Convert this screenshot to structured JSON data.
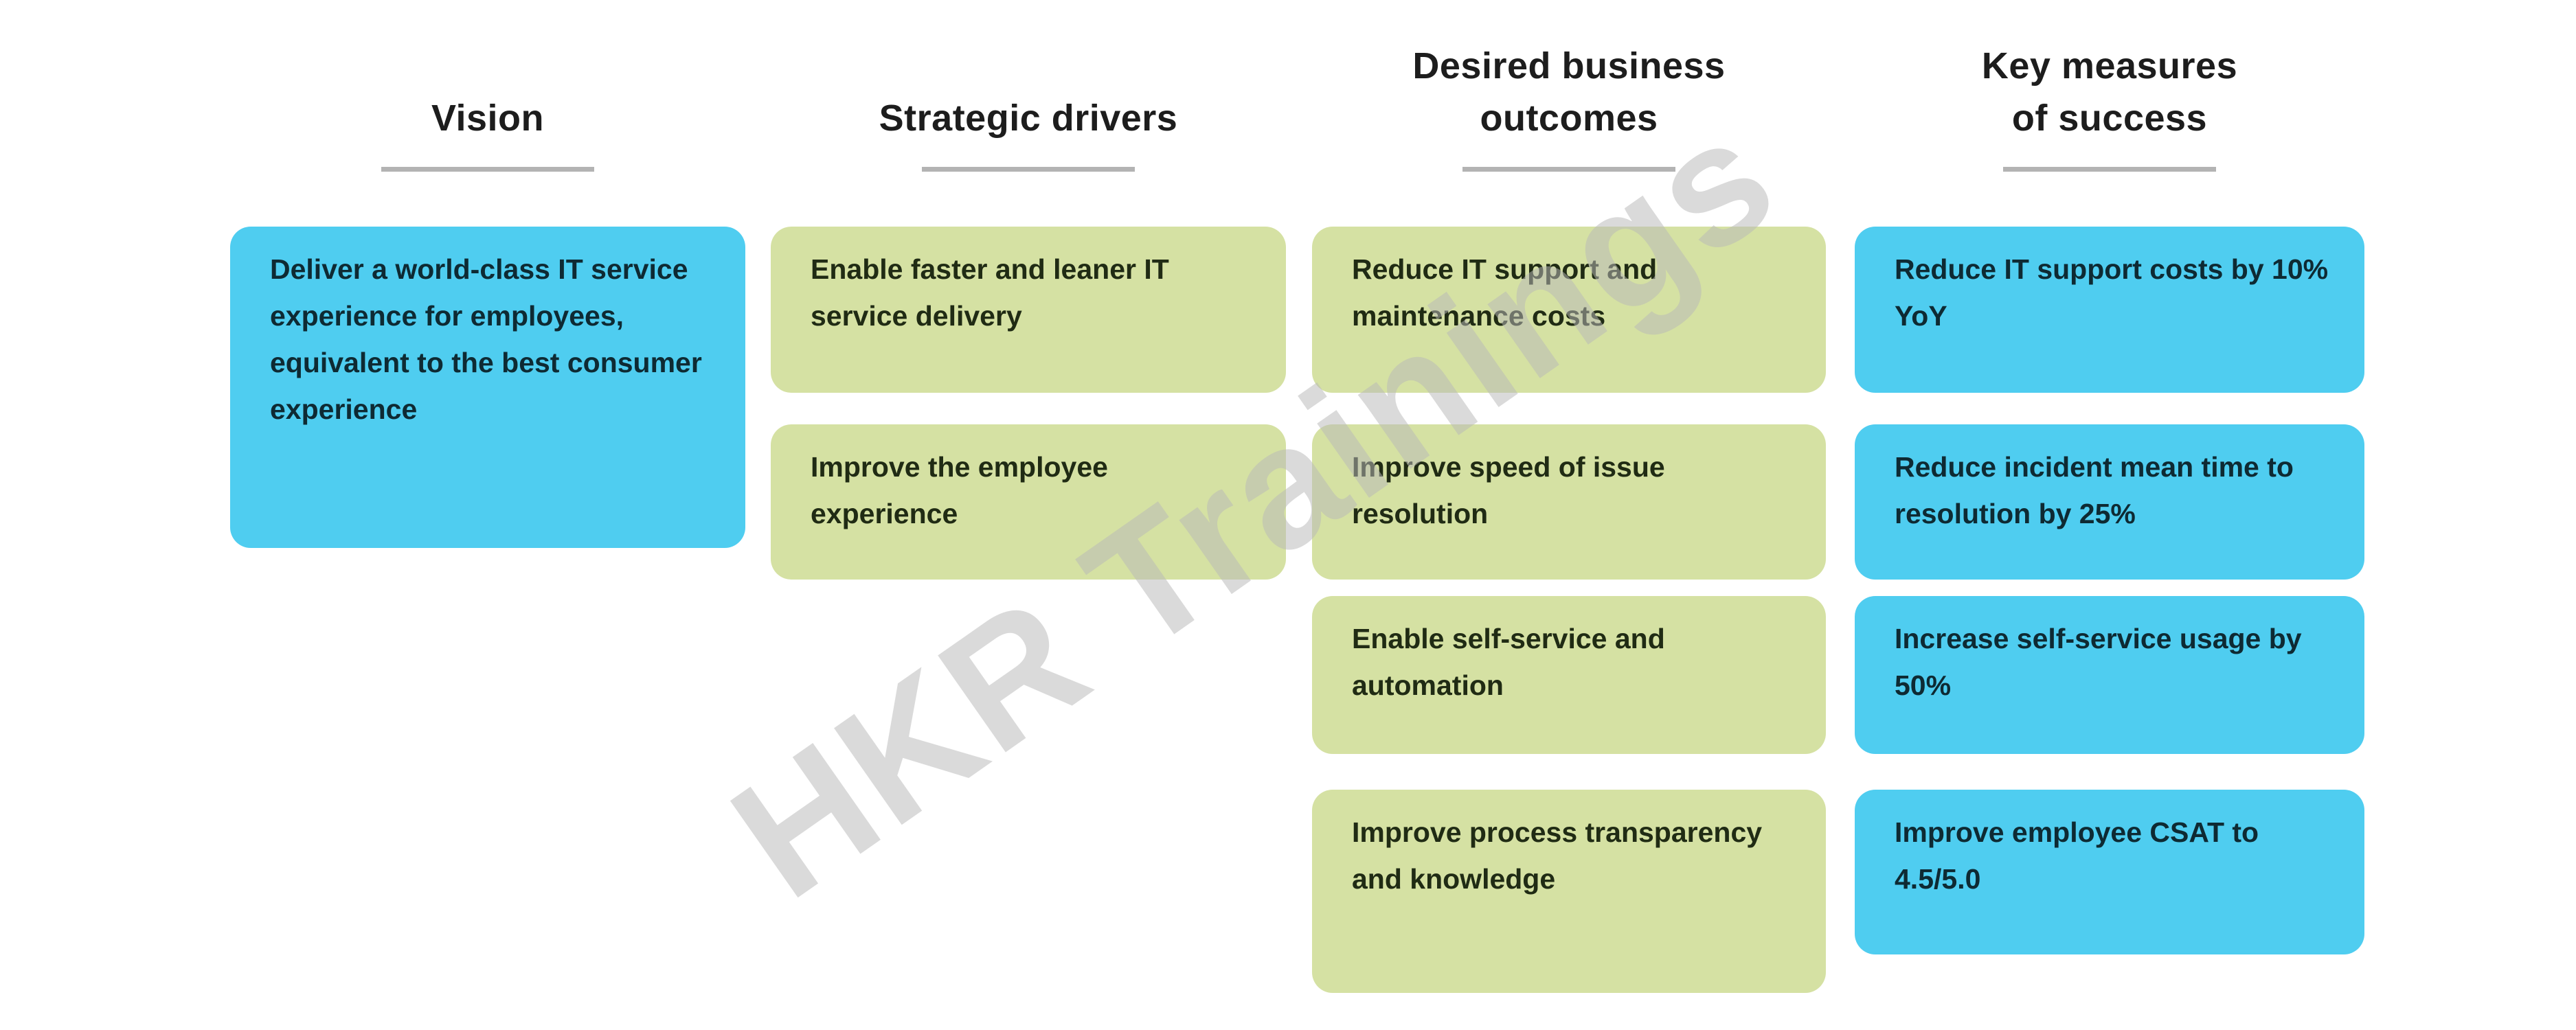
{
  "watermark": {
    "text": "HKR Trainings"
  },
  "colors": {
    "box_blue": "#4fcdf0",
    "box_green": "#d5e1a3",
    "header_text": "#1d1d1d",
    "underline_gray": "#b3b3b3",
    "watermark_gray": "#b8b8b8"
  },
  "columns": [
    {
      "id": "vision",
      "header": "Vision",
      "header_lines": [
        "Vision"
      ],
      "box_color": "blue",
      "boxes": [
        "Deliver a world-class IT service experience for employees, equivalent to the best consumer experience"
      ]
    },
    {
      "id": "strategic-drivers",
      "header": "Strategic drivers",
      "header_lines": [
        "Strategic drivers"
      ],
      "box_color": "green",
      "boxes": [
        "Enable faster and leaner IT service delivery",
        "Improve the employee experience"
      ]
    },
    {
      "id": "desired-business-outcomes",
      "header": "Desired business outcomes",
      "header_lines": [
        "Desired business",
        "outcomes"
      ],
      "box_color": "green",
      "boxes": [
        "Reduce IT support and maintenance costs",
        "Improve speed of issue resolution",
        "Enable self-service and automation",
        "Improve process transparency and knowledge"
      ]
    },
    {
      "id": "key-measures-of-success",
      "header": "Key measures of success",
      "header_lines": [
        "Key measures",
        "of success"
      ],
      "box_color": "blue",
      "boxes": [
        "Reduce IT support costs by 10% YoY",
        "Reduce incident mean time to resolution by 25%",
        "Increase self-service usage by 50%",
        "Improve employee CSAT to 4.5/5.0"
      ]
    }
  ]
}
